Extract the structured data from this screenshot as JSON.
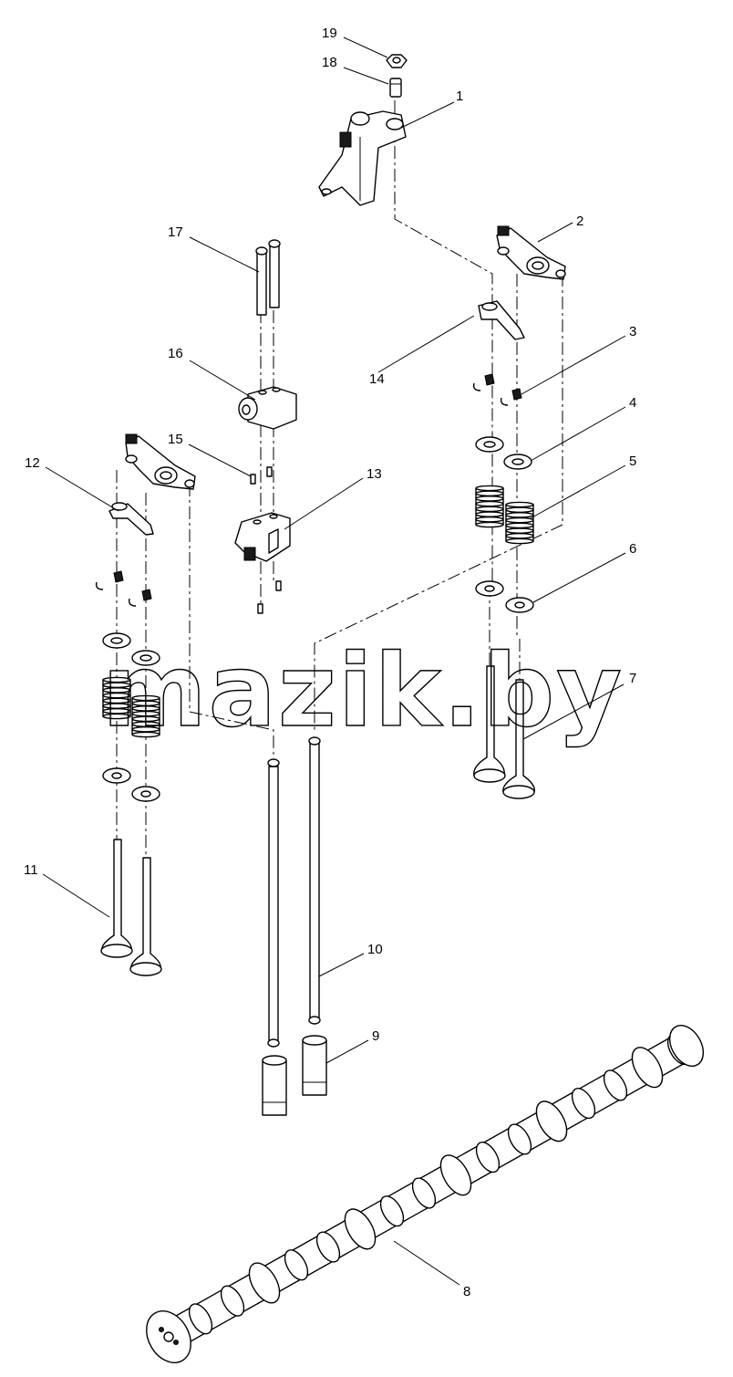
{
  "watermark": "mazik.by",
  "callouts": [
    {
      "id": "1",
      "text": "1"
    },
    {
      "id": "2",
      "text": "2"
    },
    {
      "id": "3",
      "text": "3"
    },
    {
      "id": "4",
      "text": "4"
    },
    {
      "id": "5",
      "text": "5"
    },
    {
      "id": "6",
      "text": "6"
    },
    {
      "id": "7",
      "text": "7"
    },
    {
      "id": "8",
      "text": "8"
    },
    {
      "id": "9",
      "text": "9"
    },
    {
      "id": "10",
      "text": "10"
    },
    {
      "id": "11",
      "text": "11"
    },
    {
      "id": "12",
      "text": "12"
    },
    {
      "id": "13",
      "text": "13"
    },
    {
      "id": "14",
      "text": "14"
    },
    {
      "id": "15",
      "text": "15"
    },
    {
      "id": "16",
      "text": "16"
    },
    {
      "id": "17",
      "text": "17"
    },
    {
      "id": "18",
      "text": "18"
    },
    {
      "id": "19",
      "text": "19"
    }
  ]
}
